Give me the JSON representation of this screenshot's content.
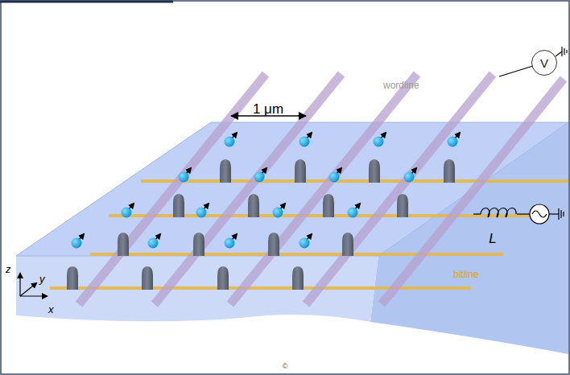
{
  "diagram": {
    "nodes": [
      {
        "text": [
          "V"
        ]
      }
    ],
    "labels": [
      "1 μm",
      "wordline",
      "L",
      "bitline",
      "z",
      "y",
      "x",
      "©"
    ]
  }
}
